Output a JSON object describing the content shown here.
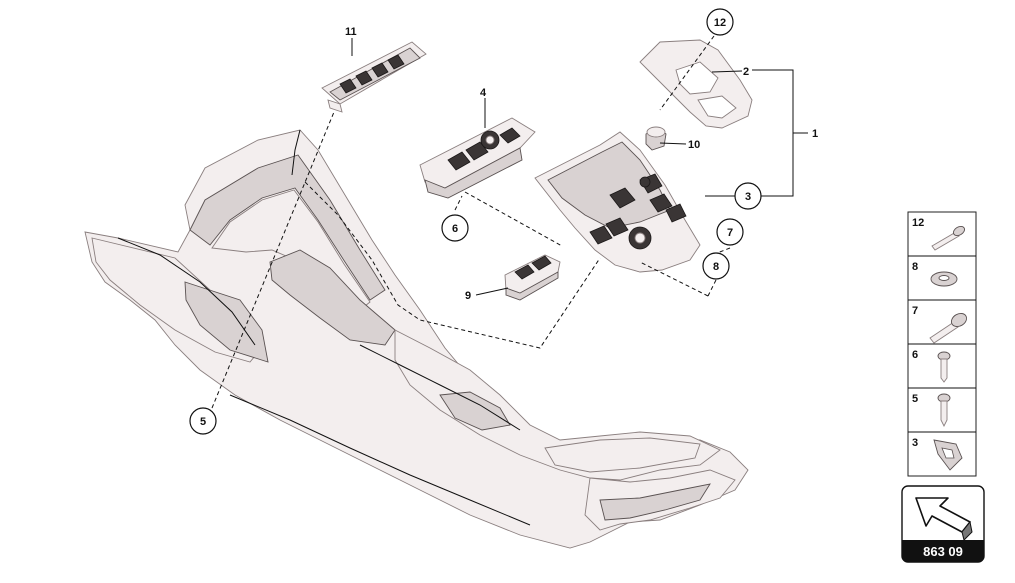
{
  "diagram": {
    "callouts": [
      {
        "id": "c12",
        "label": "12"
      },
      {
        "id": "c3",
        "label": "3"
      },
      {
        "id": "c6",
        "label": "6"
      },
      {
        "id": "c7",
        "label": "7"
      },
      {
        "id": "c8",
        "label": "8"
      },
      {
        "id": "c5",
        "label": "5"
      }
    ],
    "labels": [
      {
        "id": "l11",
        "label": "11"
      },
      {
        "id": "l4",
        "label": "4"
      },
      {
        "id": "l2",
        "label": "2"
      },
      {
        "id": "l1",
        "label": "1"
      },
      {
        "id": "l10",
        "label": "10"
      },
      {
        "id": "l9",
        "label": "9"
      }
    ]
  },
  "legend": {
    "items": [
      {
        "label": "12",
        "icon": "long-screw-icon"
      },
      {
        "label": "8",
        "icon": "washer-icon"
      },
      {
        "label": "7",
        "icon": "bolt-icon"
      },
      {
        "label": "6",
        "icon": "short-screw-icon"
      },
      {
        "label": "5",
        "icon": "self-tapping-screw-icon"
      },
      {
        "label": "3",
        "icon": "clip-icon"
      }
    ]
  },
  "badge": {
    "code": "863 09",
    "icon": "arrow-icon"
  }
}
